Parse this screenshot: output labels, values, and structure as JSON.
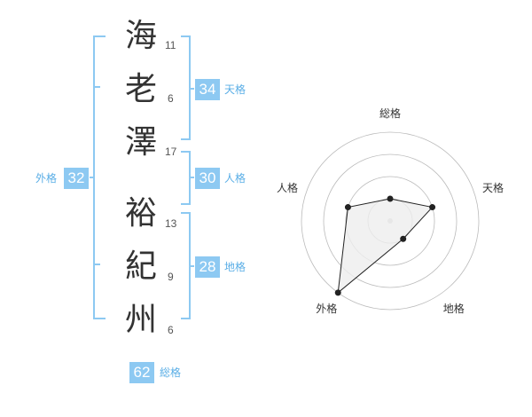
{
  "name": {
    "characters": [
      {
        "char": "海",
        "strokes": "11"
      },
      {
        "char": "老",
        "strokes": "6"
      },
      {
        "char": "澤",
        "strokes": "17"
      },
      {
        "char": "裕",
        "strokes": "13"
      },
      {
        "char": "紀",
        "strokes": "9"
      },
      {
        "char": "州",
        "strokes": "6"
      }
    ]
  },
  "fortune": {
    "tenkaku": {
      "value": "34",
      "label": "天格"
    },
    "jinkaku": {
      "value": "30",
      "label": "人格"
    },
    "chikaku": {
      "value": "28",
      "label": "地格"
    },
    "gaikaku": {
      "value": "32",
      "label": "外格"
    },
    "soukaku": {
      "value": "62",
      "label": "総格"
    }
  },
  "chart_data": {
    "type": "radar",
    "axes": [
      "総格",
      "天格",
      "地格",
      "外格",
      "人格"
    ],
    "values": [
      1,
      2,
      1,
      4,
      2
    ],
    "max": 4,
    "rings": 4
  },
  "colors": {
    "accent": "#8dc9f2",
    "bracket": "#8dc9f2",
    "label": "#5aaee6",
    "polygon_fill": "#eeeeee",
    "polygon_stroke": "#222222",
    "grid": "#bbbbbb"
  }
}
